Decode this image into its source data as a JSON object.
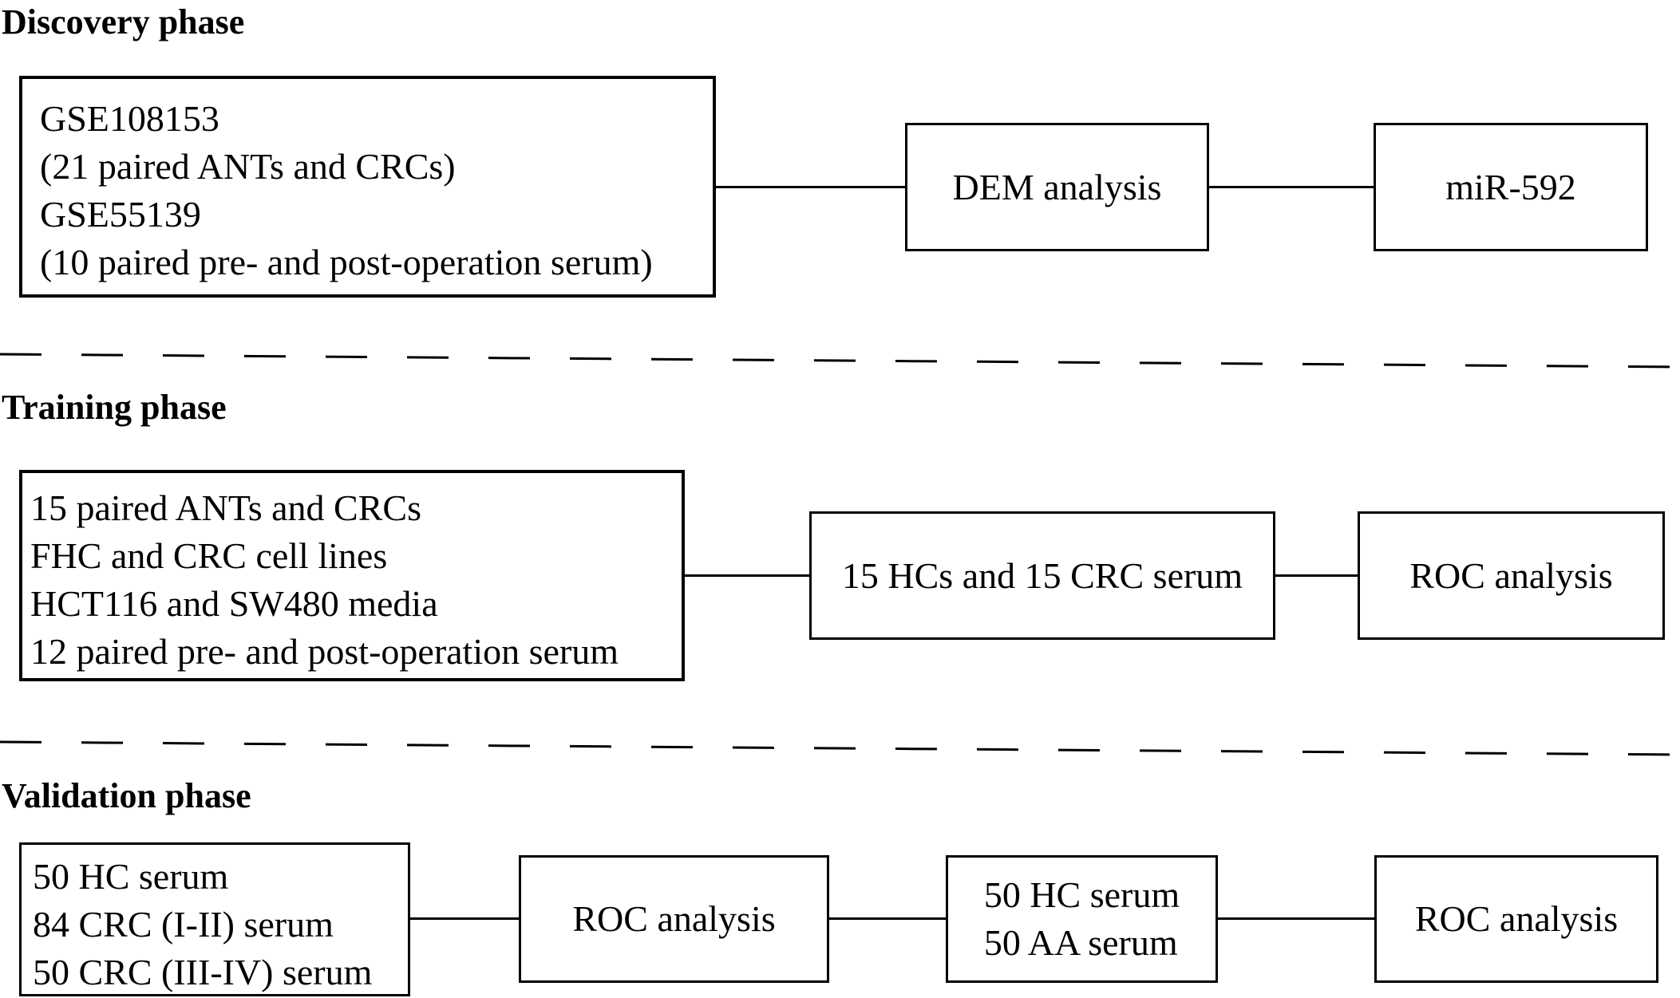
{
  "discovery": {
    "title": "Discovery phase",
    "source_lines": [
      "GSE108153",
      "(21 paired ANTs and CRCs)",
      "GSE55139",
      "(10 paired pre- and post-operation serum)"
    ],
    "analysis": "DEM analysis",
    "result": "miR-592"
  },
  "training": {
    "title": "Training phase",
    "source_lines": [
      "15 paired ANTs and CRCs",
      "FHC and CRC cell lines",
      "HCT116 and SW480 media",
      "12 paired pre- and post-operation serum"
    ],
    "cohort": "15 HCs and 15 CRC serum",
    "analysis": "ROC analysis"
  },
  "validation": {
    "title": "Validation phase",
    "source_lines": [
      "50 HC serum",
      "84 CRC (I-II) serum",
      "50 CRC (III-IV) serum"
    ],
    "analysis_1": "ROC analysis",
    "cohort_lines": [
      "50 HC serum",
      "50 AA serum"
    ],
    "analysis_2": "ROC analysis"
  }
}
